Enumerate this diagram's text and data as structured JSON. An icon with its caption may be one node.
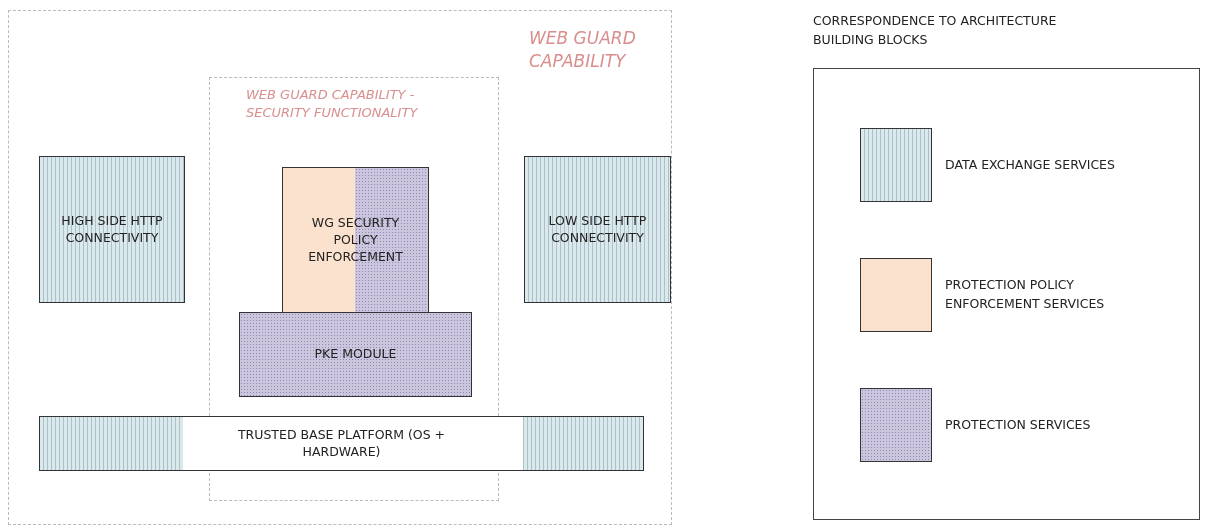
{
  "diagram": {
    "nodes": [
      {
        "text": [
          "WEB GUARD CAPABILITY"
        ]
      },
      {
        "text": [
          "WEB GUARD CAPABILITY - SECURITY FUNCTIONALITY"
        ],
        "in": 0
      },
      {
        "text": [
          "HIGH SIDE HTTP CONNECTIVITY"
        ],
        "in": 0
      },
      {
        "text": [
          "WG SECURITY POLICY ENFORCEMENT"
        ],
        "in": 1
      },
      {
        "text": [
          "LOW SIDE HTTP CONNECTIVITY"
        ],
        "in": 0
      },
      {
        "text": [
          "PKE MODULE"
        ],
        "in": 1
      },
      {
        "text": [
          "TRUSTED BASE PLATFORM (OS + HARDWARE)"
        ],
        "in": 0
      }
    ],
    "edges": [],
    "labels": [
      "CORRESPONDENCE TO ARCHITECTURE BUILDING BLOCKS"
    ],
    "legend": [
      {
        "text": "DATA EXCHANGE SERVICES",
        "color": "#dce9ec"
      },
      {
        "text": "PROTECTION POLICY ENFORCEMENT SERVICES",
        "color": "#fbe2cf"
      },
      {
        "text": "PROTECTION SERVICES",
        "color": "#cbc6de"
      }
    ]
  }
}
